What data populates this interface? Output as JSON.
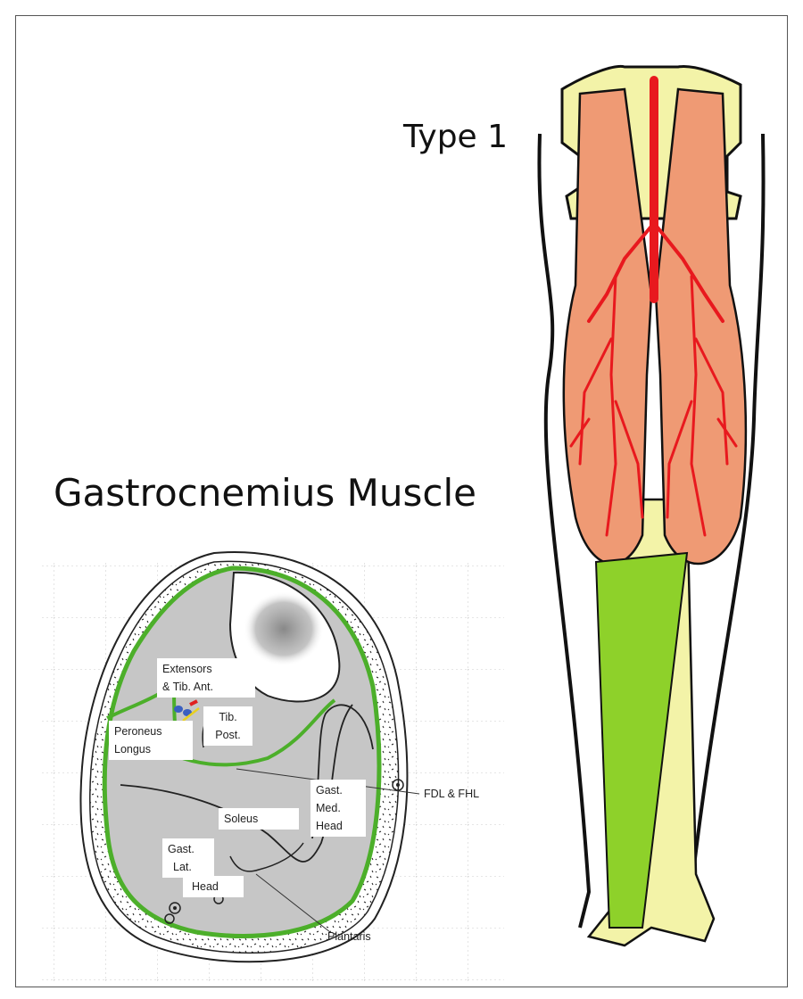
{
  "titles": {
    "type": "Type 1",
    "main": "Gastrocnemius Muscle"
  },
  "cross_section_labels": {
    "extensors": [
      "Extensors",
      "& Tib. Ant."
    ],
    "tib_post": [
      "Tib.",
      "Post."
    ],
    "peroneus": [
      "Peroneus",
      "Longus"
    ],
    "soleus": "Soleus",
    "gast_med": [
      "Gast.",
      "Med.",
      "Head"
    ],
    "gast_lat": [
      "Gast.",
      "Lat.",
      "Head"
    ],
    "fdl_fhl": "FDL & FHL",
    "plantaris": "Plantaris"
  },
  "colors": {
    "fascia": "#4caf2a",
    "muscle_grey": "#c8c8c8",
    "muscle_orange": "#ef9a74",
    "artery": "#e8191e",
    "tendon": "#8ed12a",
    "bone": "#f3f3a8"
  }
}
